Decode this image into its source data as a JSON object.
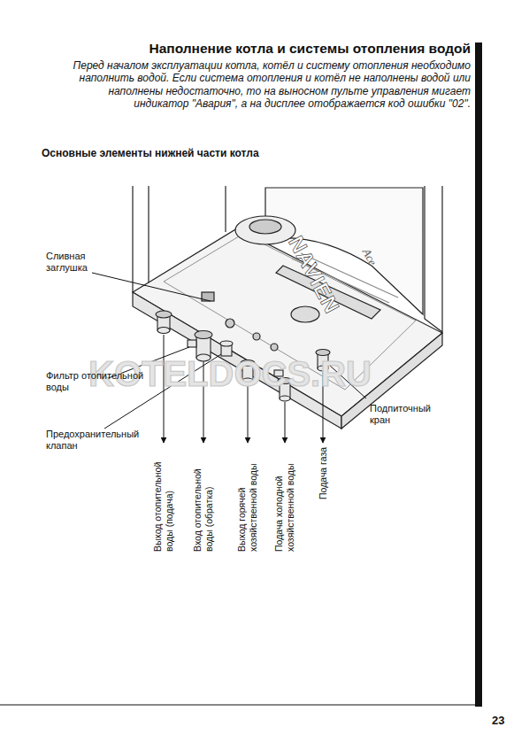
{
  "diagram": {
    "title": "Наполнение котла и системы отопления водой",
    "labels": [
      "Перед началом эксплуатации котла, котёл и систему отопления необходимо наполнить водой. Если система отопления и котёл не наполнены водой или наполнены недостаточно, то на выносном пульте управления мигает индикатор \"Авария\", а на дисплее отображается код ошибки \"02\".",
      "Основные элементы нижней части котла",
      "Сливная заглушка",
      "NAVIEN",
      "Ace",
      "KOTELDOCS.RU",
      "Фильтр отопительной воды",
      "Предохранительный клапан",
      "Подпиточный кран",
      "Выход отопительной воды (подача)",
      "Вход отопительной воды (обратка)",
      "Выход горячей хозяйственной воды",
      "Подача холодной хозяйственной воды",
      "Подача газа",
      "23"
    ]
  }
}
